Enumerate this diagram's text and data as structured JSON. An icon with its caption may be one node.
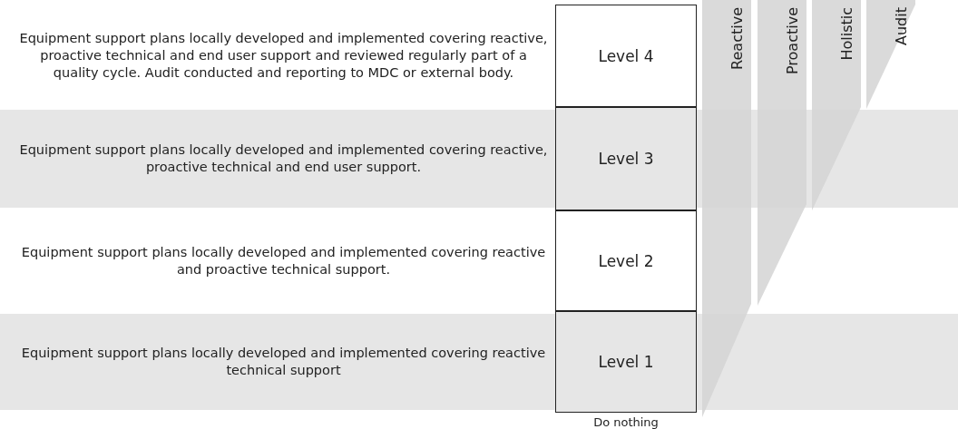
{
  "diagram": {
    "nodes": [
      {
        "text": [
          "Level 4"
        ],
        "beside": [
          "Equipment support plans locally developed and implemented covering reactive, proactive technical and end user support and reviewed regularly part of a quality cycle.  Audit conducted and reporting to MDC or external body."
        ]
      },
      {
        "text": [
          "Reactive"
        ]
      },
      {
        "text": [
          "Proactive"
        ]
      },
      {
        "text": [
          "Holistic"
        ]
      },
      {
        "text": [
          "Audit"
        ]
      },
      {
        "text": [
          "Level 3"
        ],
        "beside": [
          "Equipment support plans locally developed and implemented covering reactive, proactive technical and end user support."
        ]
      },
      {
        "text": [
          "Level 2"
        ],
        "beside": [
          "Equipment support plans locally developed and implemented covering reactive and proactive technical support."
        ]
      },
      {
        "text": [
          "Level 1"
        ],
        "beside": [
          "Equipment support plans locally developed and implemented covering reactive technical support"
        ]
      }
    ],
    "edges": [],
    "labels": [
      "Do nothing"
    ]
  }
}
